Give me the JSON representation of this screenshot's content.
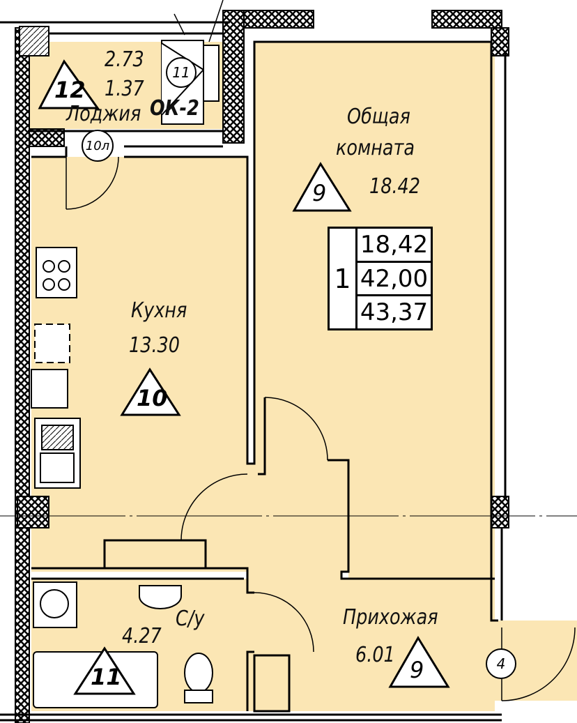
{
  "colors": {
    "room_fill": "#fbe6b4",
    "wall": "#000000"
  },
  "rooms": {
    "loggia": {
      "name": "Лоджия",
      "area": "2.73",
      "reduced_area": "1.37",
      "marker": "12",
      "window": "ОК-2",
      "unit_marker": "11",
      "door_marker": "10л"
    },
    "living": {
      "name_line1": "Общая",
      "name_line2": "комната",
      "area": "18.42",
      "marker": "9"
    },
    "kitchen": {
      "name": "Кухня",
      "area": "13.30",
      "marker": "10"
    },
    "bathroom": {
      "name": "С/у",
      "area": "4.27",
      "marker": "11"
    },
    "hallway": {
      "name": "Прихожая",
      "area": "6.01",
      "marker": "9",
      "door_marker": "4"
    }
  },
  "apartment_table": {
    "rooms": "1",
    "living_area": "18,42",
    "total_area": "42,00",
    "total_with_loggia": "43,37"
  }
}
